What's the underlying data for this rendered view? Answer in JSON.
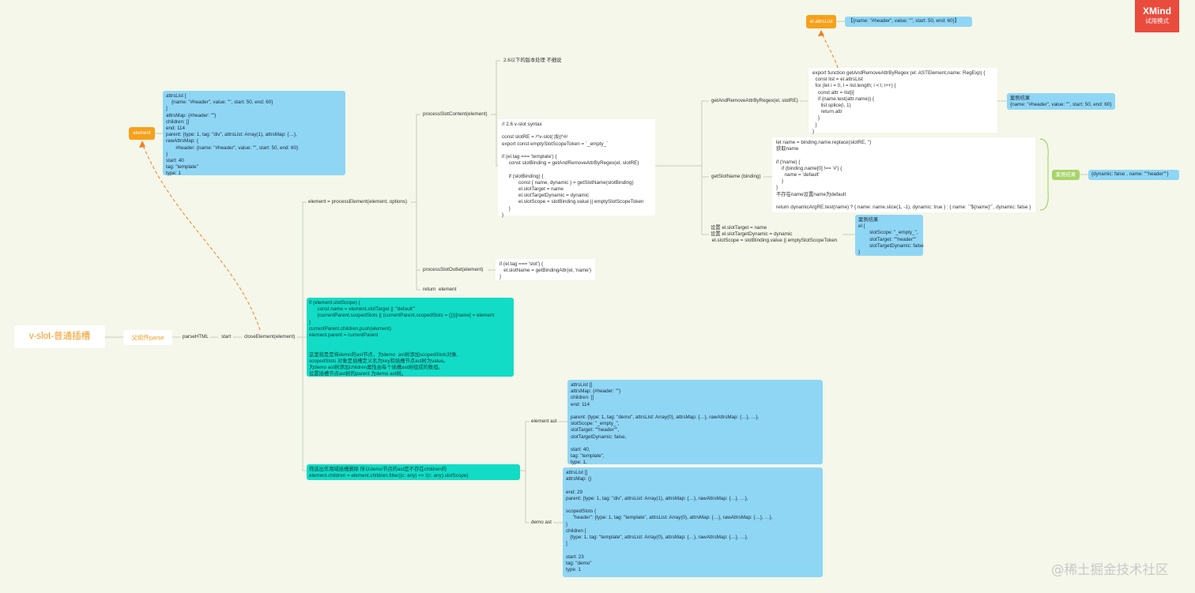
{
  "badge": {
    "brand": "XMind",
    "mode": "试用模式"
  },
  "watermark": "@稀土掘金技术社区",
  "root": "v-slot-普通插槽",
  "branch": "父组件parse",
  "path": {
    "parse": "parseHTML",
    "start": "start",
    "close": "closeElement(element)"
  },
  "element_label": "element",
  "element_box": "attrsList [\n    {name: \"#header\", value: \"\", start: 50, end: 60}\n]\nattrsMap: {#header: \"\"}\nchildren: []\nend: 114\nparent: {type: 1, tag: \"div\", attrsList: Array(1), attrsMap: {…},\nrawAttrsMap: {\n       #header: {name: \"#header\", value: \"\", start: 50, end: 60}\n}\nstart: 40\ntag: \"template\"\ntype: 1",
  "process_element": "element = processElement(element, options)",
  "process_slot_content": "processSlotContent(element)",
  "version_note": "2.6以下的版本处理 不细说",
  "slot_syntax_code": "// 2.6 v-slot syntax\n\nconst slotRE = /^v-slot(:|$)|^#/\nexport const emptySlotScopeToken = `_empty_`\n\nif (el.tag === 'template') {\n     const slotBinding = getAndRemoveAttrByRegex(el, slotRE)\n\n     if (slotBinding) {\n            const { name, dynamic } = getSlotName(slotBinding)\n            el.slotTarget = name\n            el.slotTargetDynamic = dynamic\n            el.slotScope = slotBinding.value || emptySlotScopeToken\n     }\n}",
  "get_remove_label": "getAndRemoveAttrByRegex(el, slotRE)",
  "get_remove_code": "export function getAndRemoveAttrByRegex (el: ASTElement,name: RegExp) {\n  const list = el.attrsList\n  for (let i = 0, l = list.length; i < l; i++) {\n    const attr = list[i]\n    if (name.test(attr.name)) {\n      list.splice(i, 1)\n      return attr\n    }\n  }\n}",
  "case_result_1": "案例结果\n{name: \"#header\", value: \"\", start: 50, end: 60}",
  "el_attrslist_label": "el.attrsList",
  "el_attrslist_value": "【{name: \"#header\", value: \"\", start: 50, end: 60}】",
  "get_slot_name_label": "getSlotName (binding)",
  "get_slot_name_code": "let name = binding.name.replace(slotRE, '')\n获取name\n\nif (!name) {\n    if (binding.name[0] !== '#') {\n      name = 'default'\n    }\n}\n不存在name设置name为default\n\nreturn dynamicArgRE.test(name) ? { name: name.slice(1, -1), dynamic: true } : { name: `\"${name}\"`, dynamic: false }",
  "case_result_label": "案例结果",
  "case_result_2": "{dynamic: false , name: \"\"header\"\"}",
  "set_slot_code": "设置 el.slotTarget = name\n设置 el.slotTargetDynamic = dynamic\n el.slotScope = slotBinding.value || emptySlotScopeToken",
  "case_result_3": "案例结果\nel {\n        slotScope: \"_empty_\",\n        slotTarget: \"\"header\"\"\n        slotTargetDynamic: false\n}",
  "process_slot_outlet": "processSlotOutlet(element)",
  "slot_outlet_code": "if (el.tag === 'slot') {\n   el.slotName = getBindingAttr(el, 'name')\n}",
  "return_element": "return  element",
  "scoped_code": "if (element.slotScope) {\n      const name = element.slotTarget || '\"default\"'\n      (currentParent.scopedSlots || (currentParent.scopedSlots = {}))[name] = element\n}\ncurrentParent.children.push(element)\nelement.parent = currentParent\n\n\n这里就是是将demo的ast节点，为demo  ast树添加scopedSlots对象,\nscopedSlots 对象是插槽定义名为key和插槽节点ast树为value。\n为demo ast树添加children属性由每个插槽ast树组成的数组。\n设置插槽节点ast树的parent 为demo ast树。",
  "filter_code": "筛选出作用域插槽删除 所以demo节点的ast是不存在children的\nelement.children = element.children.filter((c: any) => !(c: any).slotScope)",
  "element_ast_label": "element ast",
  "element_ast_box": "attrsList []\nattrsMap: {#header: \"\"}\nchildren: []\nend: 114\n\nparent: {type: 1, tag: \"demo\", attrsList: Array(0), attrsMap: {…}, rawAttrsMap: {…}, …},\nslotScope: \"_empty_\",\nslotTarget: \"\"header\"\",\nslotTargetDynamic: false,\n\nstart: 40,\ntag: \"template\",\ntype: 1,",
  "demo_ast_label": "demo ast",
  "demo_ast_box": "attrsList []\nattrsMap: {}\n\nend: 29\nparent: {type: 1, tag: \"div\", attrsList: Array(1), attrsMap: {…}, rawAttrsMap: {…}, …},\n\nscopedSlots {\n     \"header\": {type: 1, tag: \"template\", attrsList: Array(0), attrsMap: {…}, rawAttrsMap: {…}, …},\n}\nchildren [\n   {type: 1, tag: \"template\", attrsList: Array(0), attrsMap: {…}, rawAttrsMap: {…}, …},\n]\n\nstart: 23\ntag: \"demo\"\ntype: 1"
}
